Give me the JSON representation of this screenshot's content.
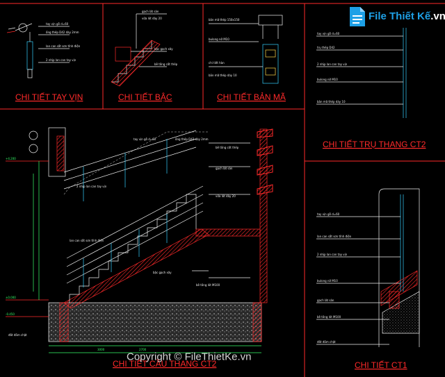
{
  "titles": {
    "handrail": "CHI TIẾT TAY VỊN",
    "step": "CHI TIẾT BẬC",
    "plate": "CHI TIẾT BẢN MÃ",
    "post": "CHI TIẾT TRỤ THANG CT2",
    "stair": "CHI TIẾT CẦU THANG CT2",
    "ct1": "CHI TIẾT CT1"
  },
  "watermark": {
    "logo_text": "File Thiết Kế",
    "logo_suffix": ".vn",
    "bottom_text": "Copyright © FileThietKe.vn"
  },
  "notes": {
    "n1": "tay vịn gỗ d=60",
    "n2": "tay vịn gỗ d=60",
    "n3": "2 nhịp lan can tay vịn",
    "n4": "lan can sắt sơn tĩnh điện",
    "n5": "ống thép D42 dày 2mm",
    "n6": "bậc gạch xây",
    "n7": "vữa lót dày 20",
    "n8": "bản mã thép 150x150",
    "n9": "bulong nở M10",
    "n10": "chi tiết hàn",
    "n11": "bản mã thép dày 10",
    "n12": "tay vịn gỗ d=60",
    "n13": "trụ thép D42",
    "n14": "bê tông cốt thép",
    "n15": "đất đầm chặt",
    "n16": "bê tông lót M100",
    "n17": "gạch lát sàn",
    "d1": "+4.200",
    "d2": "±0.000",
    "d3": "-0.450",
    "d4": "2700",
    "d5": "3000"
  },
  "colors": {
    "line": "#f2f2f2",
    "red": "#ff2a2a",
    "green": "#39ff6a",
    "yellow": "#ffd84a",
    "cyan": "#34d0ff",
    "magenta": "#ff3fd8"
  }
}
